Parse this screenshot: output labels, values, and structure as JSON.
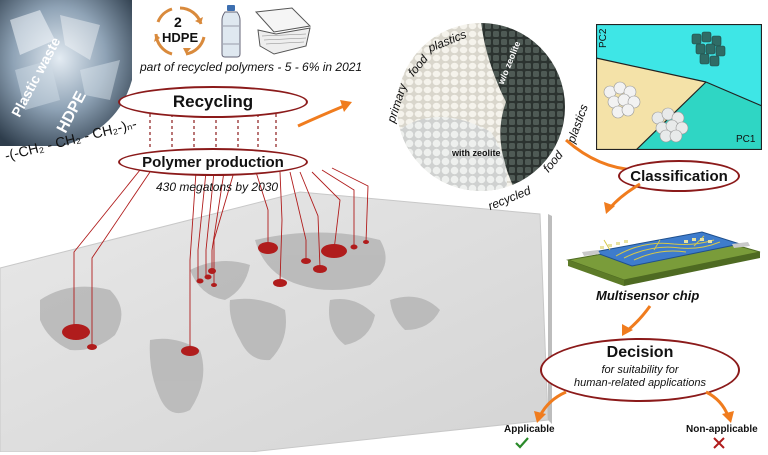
{
  "waste": {
    "label1": "Plastic waste",
    "label2": "HDPE",
    "formula": "-(-CH₂ - CH₂ - CH₂-)ₙ-"
  },
  "recycle_code": {
    "number": "2",
    "label": "HDPE"
  },
  "stat_recycled": "part of recycled polymers - 5 - 6% in 2021",
  "recycling": "Recycling",
  "production": {
    "label": "Polymer production",
    "forecast": "430 megatons by 2030"
  },
  "samples": {
    "primary": [
      "primary",
      "food",
      "plastics"
    ],
    "recycled": [
      "recycled",
      "food",
      "plastics"
    ],
    "wo_zeolite": "w/o zeolite",
    "with_zeolite": "with zeolite"
  },
  "pca": {
    "axis_y": "PC2",
    "axis_x": "PC1"
  },
  "classification": "Classification",
  "chip_label": "Multisensor chip",
  "decision": {
    "title": "Decision",
    "line1": "for suitability for",
    "line2": "human-related applications"
  },
  "outcomes": {
    "applicable": "Applicable",
    "non_applicable": "Non-applicable"
  },
  "colors": {
    "dark_red": "#8b1a1a",
    "marker_red": "#b01c1c",
    "orange": "#f07c1e",
    "pca_teal": "#2fd6c4",
    "pca_cyan": "#3ee6e6",
    "pca_sand": "#f4e2a8"
  }
}
